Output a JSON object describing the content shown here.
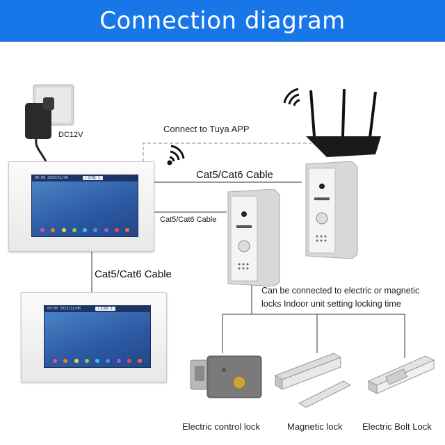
{
  "header": {
    "title": "Connection diagram"
  },
  "labels": {
    "power": "DC12V",
    "app": "Connect to Tuya APP",
    "cable_top": "Cat5/Cat6 Cable",
    "cable_mid": "Cat5/Cat6 Cable",
    "cable_vertical": "Cat5/Cat6 Cable",
    "lock_note_line1": "Can be connected to electric or magnetic",
    "lock_note_line2": "locks Indoor unit setting locking time"
  },
  "monitor": {
    "status_left": "09:08  2023/11/06",
    "status_center": "门口机 1"
  },
  "devices": {
    "lock1": "Electric control lock",
    "lock2": "Magnetic lock",
    "lock3": "Electric Bolt Lock"
  },
  "colors": {
    "header_bg": "#1776e8",
    "dot_colors": [
      "#e84a9a",
      "#f07b2a",
      "#f4d234",
      "#8ed33f",
      "#33c4e8",
      "#4e8cf0",
      "#9a5ce8",
      "#e84a55",
      "#f06a3a"
    ]
  }
}
